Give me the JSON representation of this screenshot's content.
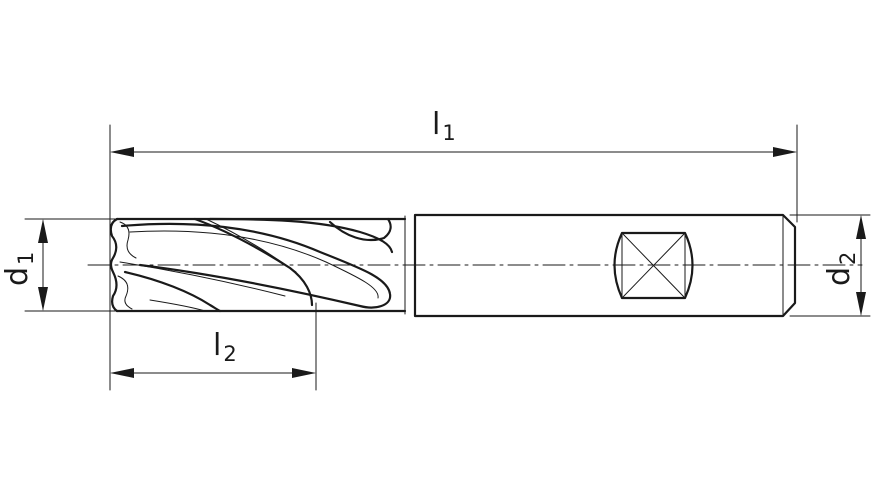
{
  "dimensions": {
    "l1": {
      "main": "l",
      "sub": "1"
    },
    "l2": {
      "main": "l",
      "sub": "2"
    },
    "d1": {
      "main": "d",
      "sub": "1"
    },
    "d2": {
      "main": "d",
      "sub": "2"
    }
  }
}
